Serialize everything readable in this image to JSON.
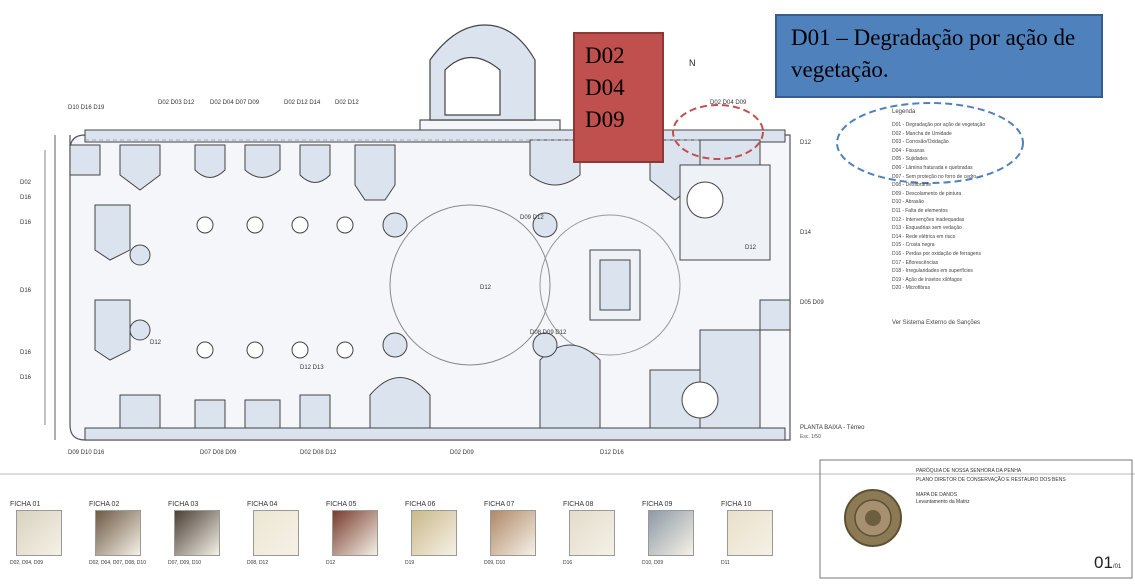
{
  "callouts": {
    "blue_text": "D01 – Degradação por ação de vegetação.",
    "red_lines": [
      "D02",
      "D04",
      "D09"
    ]
  },
  "north_label": "N",
  "legend": {
    "title": "Legenda",
    "items": [
      "D01 - Degradação por ação de vegetação",
      "D02 - Mancha de Umidade",
      "D03 - Corrosão/Oxidação",
      "D04 - Fissuras",
      "D05 - Sujidades",
      "D06 - Lâmina fraturada e quebradas",
      "D07 - Sem proteção no forro de cedro",
      "D08 - Desfibrante",
      "D09 - Descolamento de pintura",
      "D10 - Abrasão",
      "D11 - Falta de elementos",
      "D12 - Intervenções inadequadas",
      "D13 - Esquadrias sem vedação",
      "D14 - Rede elétrica em risco",
      "D15 - Crosta negra",
      "D16 - Perdas por oxidação de ferragens",
      "D17 - Eflorescências",
      "D18 - Irregularidades em superfícies",
      "D19 - Ação de insetos xilófagos",
      "D20 - Microfibras"
    ],
    "footer": "Ver Sistema Externo de Sanções"
  },
  "plan_caption": {
    "title": "PLANTA BAIXA - Térreo",
    "scale": "Esc. 1/50"
  },
  "title_block": {
    "line1": "PARÓQUIA DE NOSSA SENHORA DA PENHA",
    "line2": "PLANO DIRETOR DE CONSERVAÇÃO E RESTAURO DOS BENS",
    "line3": "MAPA DE DANOS",
    "line4": "Levantamento da Matriz",
    "sheet_number": "01",
    "sheet_suffix": "/01"
  },
  "fichas": [
    {
      "label": "FICHA 01",
      "caption": "D02, D04, D09"
    },
    {
      "label": "FICHA 02",
      "caption": "D02, D04, D07, D08, D10"
    },
    {
      "label": "FICHA 03",
      "caption": "D07, D09, D10"
    },
    {
      "label": "FICHA 04",
      "caption": "D08, D12"
    },
    {
      "label": "FICHA 05",
      "caption": "D12"
    },
    {
      "label": "FICHA 06",
      "caption": "D19"
    },
    {
      "label": "FICHA 07",
      "caption": "D09, D10"
    },
    {
      "label": "FICHA 08",
      "caption": "D16"
    },
    {
      "label": "FICHA 09",
      "caption": "D10, D09"
    },
    {
      "label": "FICHA 10",
      "caption": "D11"
    }
  ],
  "colors": {
    "blue_box": "#4f81bd",
    "red_box": "#c0504d",
    "plan_fill": "#dbe3ee",
    "dashed_red": "#c0504d",
    "dashed_blue": "#4f81bd"
  }
}
